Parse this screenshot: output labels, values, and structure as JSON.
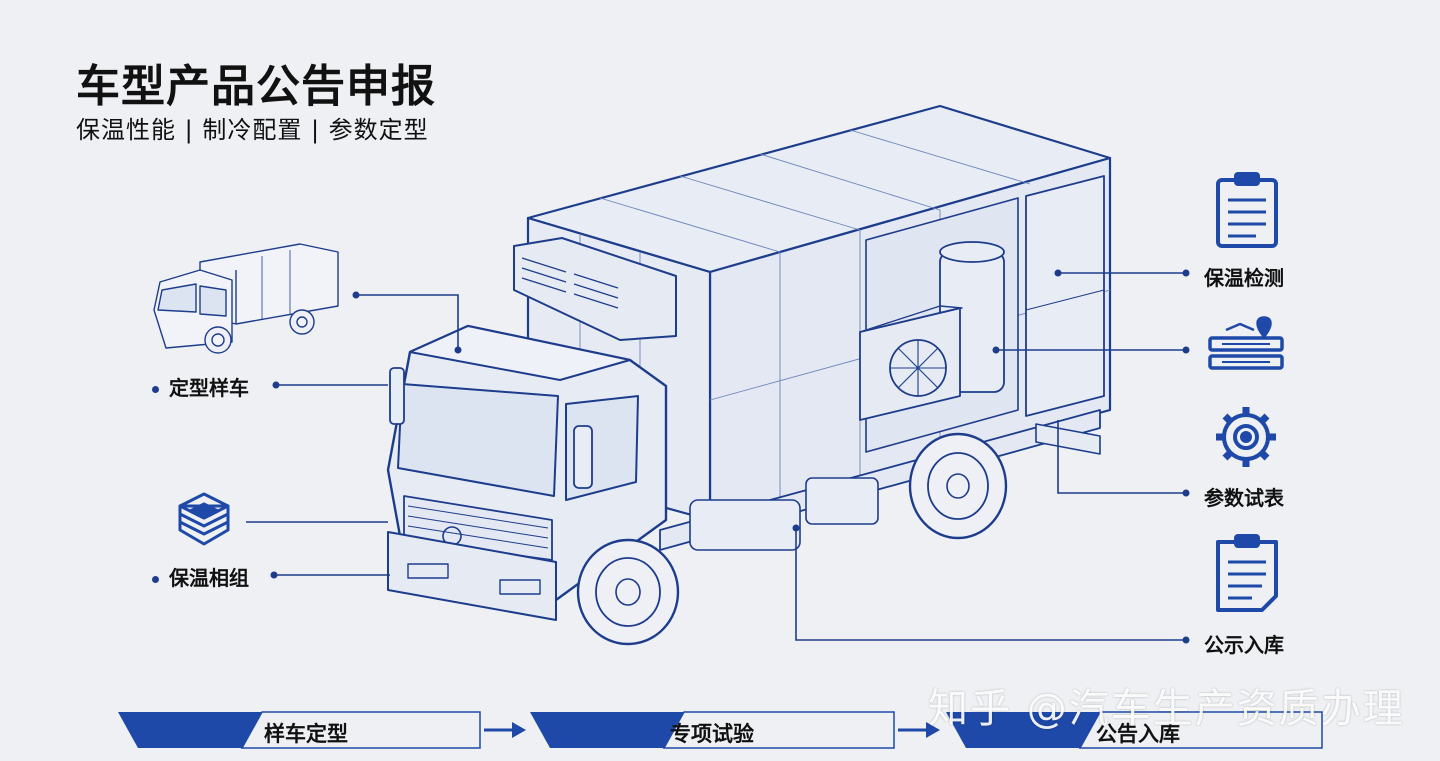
{
  "title": "车型产品公告申报",
  "subtitle": "保温性能 | 制冷配置 | 参数定型",
  "left_labels": [
    "定型样车",
    "保温相组"
  ],
  "right_labels": [
    "保温检测",
    "参数试表",
    "公示入库"
  ],
  "flow_steps": [
    "样车定型",
    "专项试验",
    "公告入库"
  ],
  "watermark": "知乎 @汽车生产资质办理",
  "colors": {
    "blueprint": "#1d3d8c",
    "accent": "#1e49a8",
    "background": "#eef0f3"
  }
}
